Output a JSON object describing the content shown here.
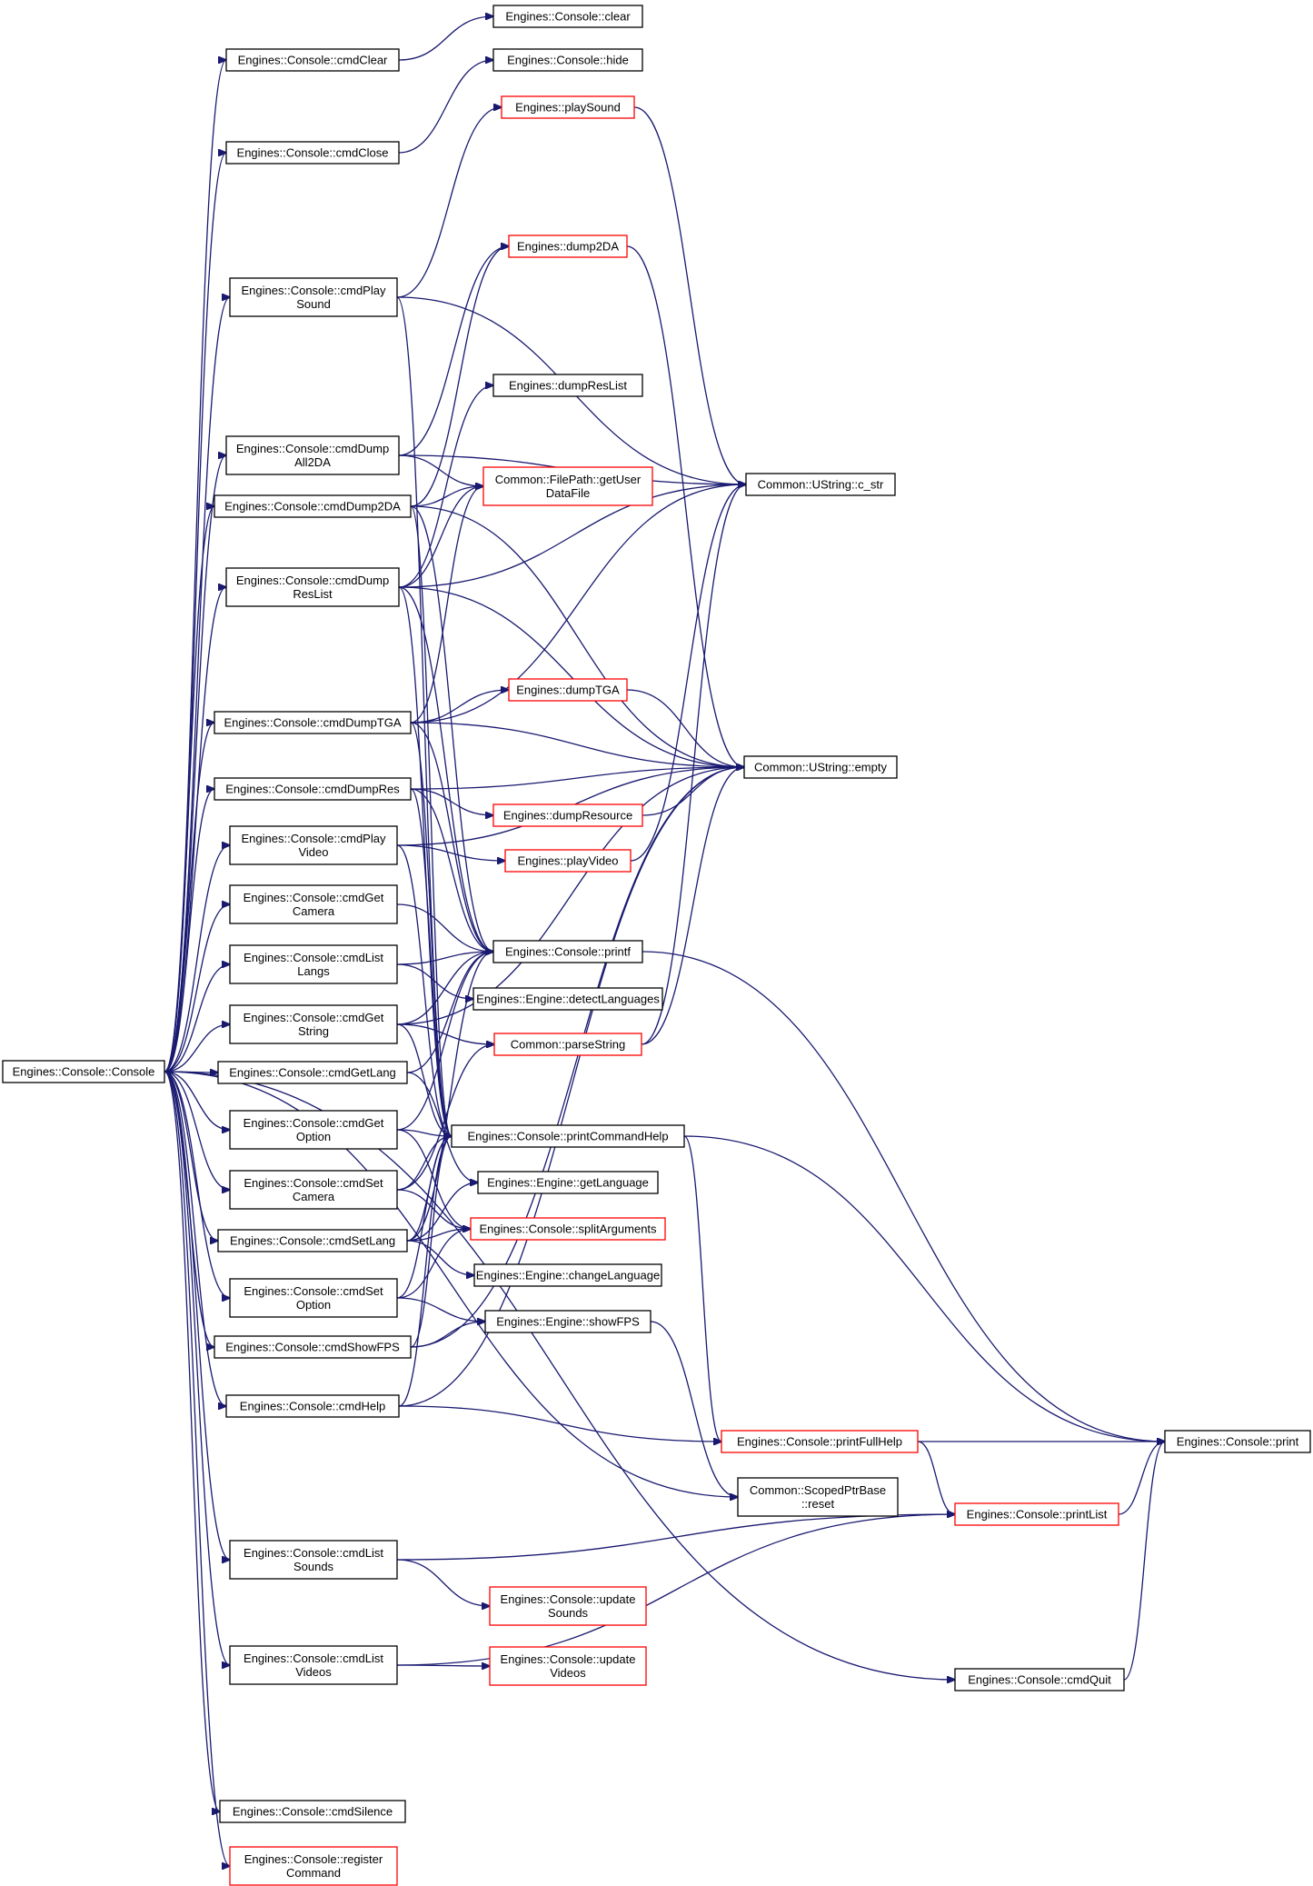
{
  "diagram": {
    "colors": {
      "edge": "#191970",
      "documented_border": "#000000",
      "truncated_border": "#ff0000",
      "root_fill": "#bfbfbf",
      "node_fill": "#ffffff"
    },
    "nodes": [
      {
        "id": "root",
        "lines": [
          "Engines::Console::Console"
        ],
        "style": "root"
      },
      {
        "id": "cmdClear",
        "lines": [
          "Engines::Console::cmdClear"
        ],
        "style": "normal"
      },
      {
        "id": "cmdClose",
        "lines": [
          "Engines::Console::cmdClose"
        ],
        "style": "normal"
      },
      {
        "id": "cmdPlaySound",
        "lines": [
          "Engines::Console::cmdPlay",
          "Sound"
        ],
        "style": "normal"
      },
      {
        "id": "cmdDumpAll2DA",
        "lines": [
          "Engines::Console::cmdDump",
          "All2DA"
        ],
        "style": "normal"
      },
      {
        "id": "cmdDump2DA",
        "lines": [
          "Engines::Console::cmdDump2DA"
        ],
        "style": "normal"
      },
      {
        "id": "cmdDumpResList",
        "lines": [
          "Engines::Console::cmdDump",
          "ResList"
        ],
        "style": "normal"
      },
      {
        "id": "cmdDumpTGA",
        "lines": [
          "Engines::Console::cmdDumpTGA"
        ],
        "style": "normal"
      },
      {
        "id": "cmdDumpRes",
        "lines": [
          "Engines::Console::cmdDumpRes"
        ],
        "style": "normal"
      },
      {
        "id": "cmdPlayVideo",
        "lines": [
          "Engines::Console::cmdPlay",
          "Video"
        ],
        "style": "normal"
      },
      {
        "id": "cmdGetCamera",
        "lines": [
          "Engines::Console::cmdGet",
          "Camera"
        ],
        "style": "normal"
      },
      {
        "id": "cmdListLangs",
        "lines": [
          "Engines::Console::cmdList",
          "Langs"
        ],
        "style": "normal"
      },
      {
        "id": "cmdGetString",
        "lines": [
          "Engines::Console::cmdGet",
          "String"
        ],
        "style": "normal"
      },
      {
        "id": "cmdGetLang",
        "lines": [
          "Engines::Console::cmdGetLang"
        ],
        "style": "normal"
      },
      {
        "id": "cmdGetOption",
        "lines": [
          "Engines::Console::cmdGet",
          "Option"
        ],
        "style": "normal"
      },
      {
        "id": "cmdSetCamera",
        "lines": [
          "Engines::Console::cmdSet",
          "Camera"
        ],
        "style": "normal"
      },
      {
        "id": "cmdSetLang",
        "lines": [
          "Engines::Console::cmdSetLang"
        ],
        "style": "normal"
      },
      {
        "id": "cmdSetOption",
        "lines": [
          "Engines::Console::cmdSet",
          "Option"
        ],
        "style": "normal"
      },
      {
        "id": "cmdShowFPS",
        "lines": [
          "Engines::Console::cmdShowFPS"
        ],
        "style": "normal"
      },
      {
        "id": "cmdHelp",
        "lines": [
          "Engines::Console::cmdHelp"
        ],
        "style": "normal"
      },
      {
        "id": "cmdListSounds",
        "lines": [
          "Engines::Console::cmdList",
          "Sounds"
        ],
        "style": "normal"
      },
      {
        "id": "cmdListVideos",
        "lines": [
          "Engines::Console::cmdList",
          "Videos"
        ],
        "style": "normal"
      },
      {
        "id": "cmdSilence",
        "lines": [
          "Engines::Console::cmdSilence"
        ],
        "style": "normal"
      },
      {
        "id": "registerCommand",
        "lines": [
          "Engines::Console::register",
          "Command"
        ],
        "style": "truncated"
      },
      {
        "id": "clear",
        "lines": [
          "Engines::Console::clear"
        ],
        "style": "normal"
      },
      {
        "id": "hide",
        "lines": [
          "Engines::Console::hide"
        ],
        "style": "normal"
      },
      {
        "id": "playSound",
        "lines": [
          "Engines::playSound"
        ],
        "style": "truncated"
      },
      {
        "id": "dump2DA",
        "lines": [
          "Engines::dump2DA"
        ],
        "style": "truncated"
      },
      {
        "id": "dumpResList",
        "lines": [
          "Engines::dumpResList"
        ],
        "style": "normal"
      },
      {
        "id": "getUserDataFile",
        "lines": [
          "Common::FilePath::getUser",
          "DataFile"
        ],
        "style": "truncated"
      },
      {
        "id": "dumpTGA",
        "lines": [
          "Engines::dumpTGA"
        ],
        "style": "truncated"
      },
      {
        "id": "dumpResource",
        "lines": [
          "Engines::dumpResource"
        ],
        "style": "truncated"
      },
      {
        "id": "playVideo",
        "lines": [
          "Engines::playVideo"
        ],
        "style": "truncated"
      },
      {
        "id": "printf",
        "lines": [
          "Engines::Console::printf"
        ],
        "style": "normal"
      },
      {
        "id": "detectLanguages",
        "lines": [
          "Engines::Engine::detectLanguages"
        ],
        "style": "normal"
      },
      {
        "id": "parseString",
        "lines": [
          "Common::parseString"
        ],
        "style": "truncated"
      },
      {
        "id": "printCommandHelp",
        "lines": [
          "Engines::Console::printCommandHelp"
        ],
        "style": "normal"
      },
      {
        "id": "getLanguage",
        "lines": [
          "Engines::Engine::getLanguage"
        ],
        "style": "normal"
      },
      {
        "id": "splitArguments",
        "lines": [
          "Engines::Console::splitArguments"
        ],
        "style": "truncated"
      },
      {
        "id": "changeLanguage",
        "lines": [
          "Engines::Engine::changeLanguage"
        ],
        "style": "normal"
      },
      {
        "id": "showFPS",
        "lines": [
          "Engines::Engine::showFPS"
        ],
        "style": "normal"
      },
      {
        "id": "updateSounds",
        "lines": [
          "Engines::Console::update",
          "Sounds"
        ],
        "style": "truncated"
      },
      {
        "id": "updateVideos",
        "lines": [
          "Engines::Console::update",
          "Videos"
        ],
        "style": "truncated"
      },
      {
        "id": "c_str",
        "lines": [
          "Common::UString::c_str"
        ],
        "style": "normal"
      },
      {
        "id": "empty",
        "lines": [
          "Common::UString::empty"
        ],
        "style": "normal"
      },
      {
        "id": "printFullHelp",
        "lines": [
          "Engines::Console::printFullHelp"
        ],
        "style": "truncated"
      },
      {
        "id": "reset",
        "lines": [
          "Common::ScopedPtrBase",
          "::reset"
        ],
        "style": "normal"
      },
      {
        "id": "printList",
        "lines": [
          "Engines::Console::printList"
        ],
        "style": "truncated"
      },
      {
        "id": "cmdQuit",
        "lines": [
          "Engines::Console::cmdQuit"
        ],
        "style": "normal"
      },
      {
        "id": "print",
        "lines": [
          "Engines::Console::print"
        ],
        "style": "normal"
      }
    ],
    "edges": [
      [
        "root",
        "cmdClear"
      ],
      [
        "root",
        "cmdClose"
      ],
      [
        "root",
        "cmdPlaySound"
      ],
      [
        "root",
        "cmdDumpAll2DA"
      ],
      [
        "root",
        "cmdDump2DA"
      ],
      [
        "root",
        "cmdDumpResList"
      ],
      [
        "root",
        "cmdDumpTGA"
      ],
      [
        "root",
        "cmdDumpRes"
      ],
      [
        "root",
        "cmdPlayVideo"
      ],
      [
        "root",
        "cmdGetCamera"
      ],
      [
        "root",
        "cmdListLangs"
      ],
      [
        "root",
        "cmdGetString"
      ],
      [
        "root",
        "cmdGetLang"
      ],
      [
        "root",
        "cmdGetOption"
      ],
      [
        "root",
        "cmdSetCamera"
      ],
      [
        "root",
        "cmdSetLang"
      ],
      [
        "root",
        "cmdSetOption"
      ],
      [
        "root",
        "cmdShowFPS"
      ],
      [
        "root",
        "cmdHelp"
      ],
      [
        "root",
        "cmdListSounds"
      ],
      [
        "root",
        "cmdListVideos"
      ],
      [
        "root",
        "cmdSilence"
      ],
      [
        "root",
        "registerCommand"
      ],
      [
        "root",
        "reset"
      ],
      [
        "root",
        "cmdQuit"
      ],
      [
        "cmdClear",
        "clear"
      ],
      [
        "cmdClose",
        "hide"
      ],
      [
        "cmdPlaySound",
        "playSound"
      ],
      [
        "cmdPlaySound",
        "c_str"
      ],
      [
        "cmdPlaySound",
        "printCommandHelp"
      ],
      [
        "cmdDumpAll2DA",
        "dump2DA"
      ],
      [
        "cmdDumpAll2DA",
        "getUserDataFile"
      ],
      [
        "cmdDumpAll2DA",
        "c_str"
      ],
      [
        "cmdDump2DA",
        "dump2DA"
      ],
      [
        "cmdDump2DA",
        "getUserDataFile"
      ],
      [
        "cmdDump2DA",
        "empty"
      ],
      [
        "cmdDump2DA",
        "printf"
      ],
      [
        "cmdDump2DA",
        "printCommandHelp"
      ],
      [
        "cmdDumpResList",
        "dumpResList"
      ],
      [
        "cmdDumpResList",
        "getUserDataFile"
      ],
      [
        "cmdDumpResList",
        "c_str"
      ],
      [
        "cmdDumpResList",
        "empty"
      ],
      [
        "cmdDumpResList",
        "printf"
      ],
      [
        "cmdDumpResList",
        "printCommandHelp"
      ],
      [
        "cmdDumpTGA",
        "dumpTGA"
      ],
      [
        "cmdDumpTGA",
        "getUserDataFile"
      ],
      [
        "cmdDumpTGA",
        "c_str"
      ],
      [
        "cmdDumpTGA",
        "empty"
      ],
      [
        "cmdDumpTGA",
        "printf"
      ],
      [
        "cmdDumpTGA",
        "printCommandHelp"
      ],
      [
        "cmdDumpRes",
        "dumpResource"
      ],
      [
        "cmdDumpRes",
        "empty"
      ],
      [
        "cmdDumpRes",
        "printf"
      ],
      [
        "cmdDumpRes",
        "printCommandHelp"
      ],
      [
        "cmdPlayVideo",
        "playVideo"
      ],
      [
        "cmdPlayVideo",
        "empty"
      ],
      [
        "cmdPlayVideo",
        "printCommandHelp"
      ],
      [
        "cmdGetCamera",
        "printf"
      ],
      [
        "cmdListLangs",
        "printf"
      ],
      [
        "cmdListLangs",
        "detectLanguages"
      ],
      [
        "cmdGetString",
        "parseString"
      ],
      [
        "cmdGetString",
        "printf"
      ],
      [
        "cmdGetString",
        "empty"
      ],
      [
        "cmdGetString",
        "printCommandHelp"
      ],
      [
        "cmdGetLang",
        "printf"
      ],
      [
        "cmdGetLang",
        "getLanguage"
      ],
      [
        "cmdGetOption",
        "printf"
      ],
      [
        "cmdGetOption",
        "printCommandHelp"
      ],
      [
        "cmdGetOption",
        "splitArguments"
      ],
      [
        "cmdSetCamera",
        "parseString"
      ],
      [
        "cmdSetCamera",
        "printCommandHelp"
      ],
      [
        "cmdSetCamera",
        "splitArguments"
      ],
      [
        "cmdSetLang",
        "printf"
      ],
      [
        "cmdSetLang",
        "printCommandHelp"
      ],
      [
        "cmdSetLang",
        "splitArguments"
      ],
      [
        "cmdSetLang",
        "getLanguage"
      ],
      [
        "cmdSetLang",
        "changeLanguage"
      ],
      [
        "cmdSetOption",
        "printCommandHelp"
      ],
      [
        "cmdSetOption",
        "splitArguments"
      ],
      [
        "cmdSetOption",
        "showFPS"
      ],
      [
        "cmdShowFPS",
        "showFPS"
      ],
      [
        "cmdShowFPS",
        "empty"
      ],
      [
        "cmdShowFPS",
        "printCommandHelp"
      ],
      [
        "cmdHelp",
        "printFullHelp"
      ],
      [
        "cmdHelp",
        "empty"
      ],
      [
        "cmdHelp",
        "printCommandHelp"
      ],
      [
        "cmdListSounds",
        "printList"
      ],
      [
        "cmdListSounds",
        "updateSounds"
      ],
      [
        "cmdListVideos",
        "printList"
      ],
      [
        "cmdListVideos",
        "updateVideos"
      ],
      [
        "dump2DA",
        "empty"
      ],
      [
        "dumpTGA",
        "empty"
      ],
      [
        "dumpResource",
        "empty"
      ],
      [
        "playVideo",
        "c_str"
      ],
      [
        "playSound",
        "c_str"
      ],
      [
        "parseString",
        "c_str"
      ],
      [
        "parseString",
        "empty"
      ],
      [
        "printf",
        "print"
      ],
      [
        "printCommandHelp",
        "print"
      ],
      [
        "printCommandHelp",
        "printFullHelp"
      ],
      [
        "printFullHelp",
        "print"
      ],
      [
        "printFullHelp",
        "printList"
      ],
      [
        "printList",
        "print"
      ],
      [
        "cmdQuit",
        "print"
      ],
      [
        "showFPS",
        "reset"
      ]
    ]
  }
}
